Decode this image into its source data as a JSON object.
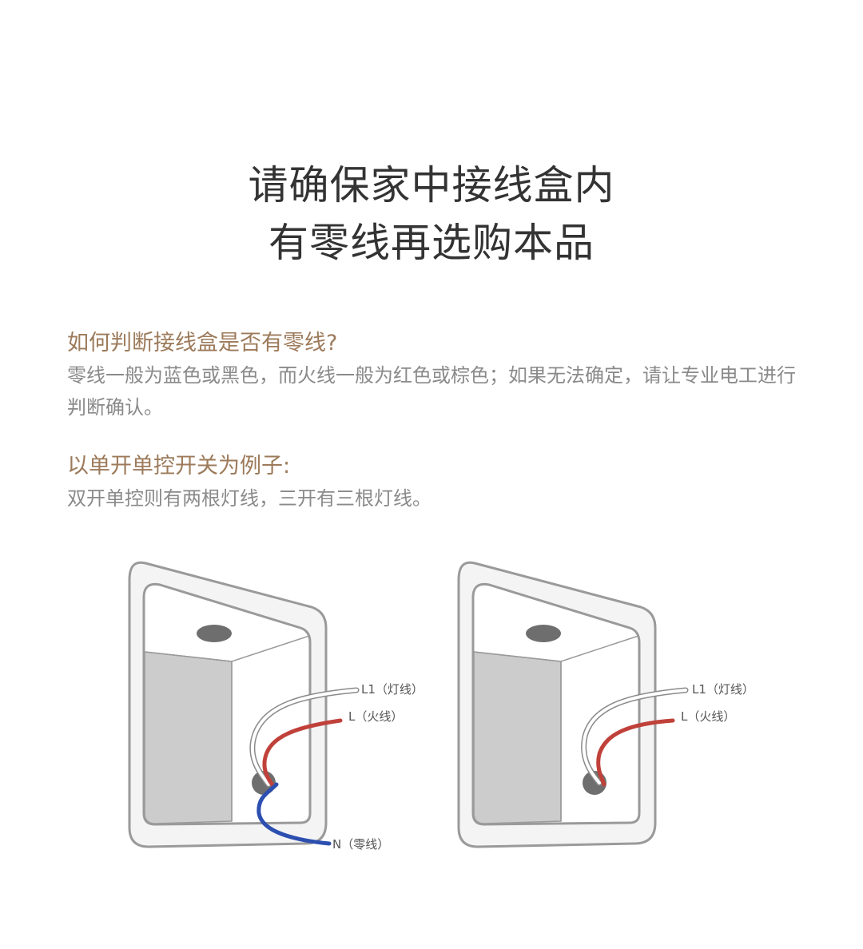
{
  "headline": {
    "line1": "请确保家中接线盒内",
    "line2": "有零线再选购本品"
  },
  "section1": {
    "title": "如何判断接线盒是否有零线?",
    "body": "零线一般为蓝色或黑色，而火线一般为红色或棕色；如果无法确定，请让专业电工进行判断确认。"
  },
  "section2": {
    "title": "以单开单控开关为例子:",
    "body": "双开单控则有两根灯线，三开有三根灯线。"
  },
  "diagrams": {
    "left": {
      "label_l1": "L1（灯线）",
      "label_l": "L（火线）",
      "label_n": "N（零线）"
    },
    "right": {
      "label_l1": "L1（灯线）",
      "label_l": "L（火线）"
    }
  },
  "colors": {
    "title_brown": "#9c7a5a",
    "body_gray": "#8a8a8a",
    "wire_red": "#c0413a",
    "wire_blue": "#2c4fb0",
    "wire_white": "#ffffff"
  }
}
